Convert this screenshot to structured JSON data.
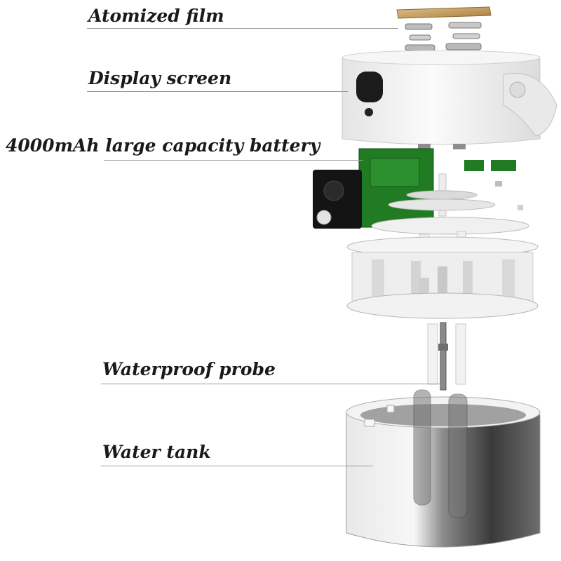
{
  "callouts": [
    {
      "id": "atomized-film",
      "text": "Atomized film"
    },
    {
      "id": "display-screen",
      "text": "Display screen"
    },
    {
      "id": "battery",
      "text": "4000mAh large capacity battery"
    },
    {
      "id": "waterproof-probe",
      "text": "Waterproof probe"
    },
    {
      "id": "water-tank",
      "text": "Water tank"
    }
  ],
  "colors": {
    "text": "#1a1a1a",
    "leader": "#9a9a9a",
    "body_white": "#f2f2f2",
    "pcb_green": "#1f7a1f",
    "film_gold": "#c9a15c",
    "tank_dark": "#2e2e2e"
  }
}
